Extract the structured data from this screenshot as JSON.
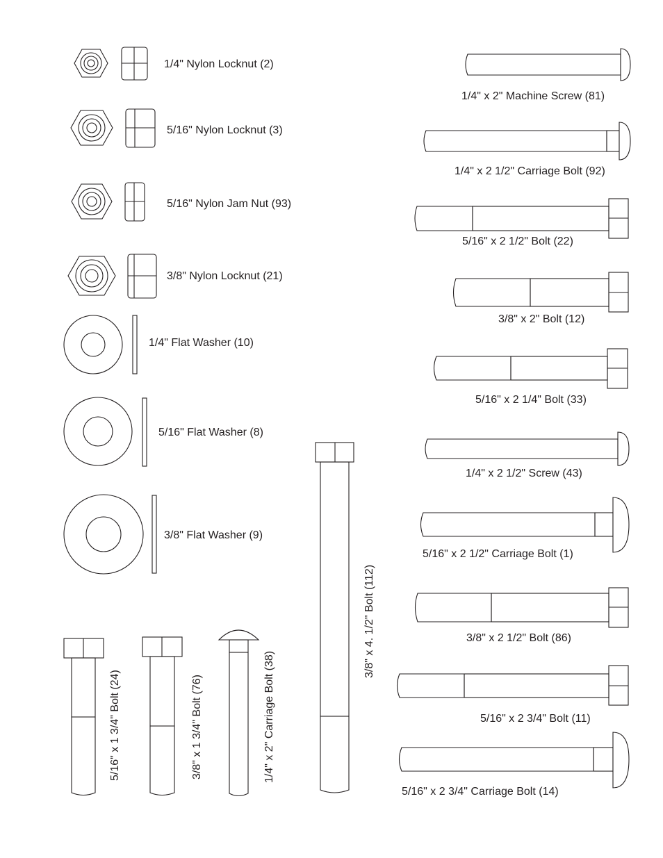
{
  "parts": {
    "nuts": [
      {
        "label": "1/4\" Nylon Locknut (2)"
      },
      {
        "label": "5/16\" Nylon Locknut (3)"
      },
      {
        "label": "5/16\" Nylon Jam Nut (93)"
      },
      {
        "label": "3/8\" Nylon Locknut (21)"
      }
    ],
    "washers": [
      {
        "label": "1/4\" Flat Washer (10)"
      },
      {
        "label": "5/16\" Flat Washer (8)"
      },
      {
        "label": "3/8\" Flat Washer (9)"
      }
    ],
    "right_column": [
      {
        "label": "1/4\" x 2\" Machine Screw (81)"
      },
      {
        "label": "1/4\" x 2 1/2\" Carriage Bolt (92)"
      },
      {
        "label": "5/16\" x 2 1/2\" Bolt (22)"
      },
      {
        "label": "3/8\" x 2\" Bolt (12)"
      },
      {
        "label": "5/16\" x 2 1/4\" Bolt (33)"
      },
      {
        "label": "1/4\" x 2 1/2\" Screw (43)"
      },
      {
        "label": "5/16\" x 2 1/2\" Carriage Bolt (1)"
      },
      {
        "label": "3/8\" x 2 1/2\" Bolt (86)"
      },
      {
        "label": "5/16\" x 2 3/4\" Bolt (11)"
      },
      {
        "label": "5/16\" x 2 3/4\" Carriage Bolt (14)"
      }
    ],
    "vertical": [
      {
        "label": "5/16\" x 1 3/4\" Bolt (24)"
      },
      {
        "label": "3/8\" x 1 3/4\" Bolt (76)"
      },
      {
        "label": "1/4\" x 2\" Carriage Bolt (38)"
      },
      {
        "label": "3/8\" x 4. 1/2\" Bolt (112)"
      }
    ]
  }
}
